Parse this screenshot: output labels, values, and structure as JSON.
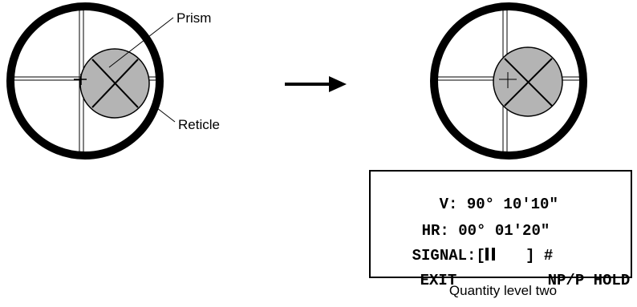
{
  "labels": {
    "prism": "Prism",
    "reticle": "Reticle",
    "caption": "Quantity level two"
  },
  "display": {
    "v_label": "V:",
    "v_value": "90° 10'10\"",
    "hr_label": "HR:",
    "hr_value": "00° 01'20\"",
    "signal_label": "SIGNAL:",
    "signal_open": "[",
    "signal_bars": 2,
    "signal_close": "]",
    "signal_hash": "#",
    "softkey_exit": "EXIT",
    "softkey_np_p": "NP/P",
    "softkey_hold": "HOLD"
  },
  "colors": {
    "prism_fill": "#b4b4b4",
    "line": "#000000"
  },
  "icons": {
    "arrow": "right-arrow-icon"
  }
}
